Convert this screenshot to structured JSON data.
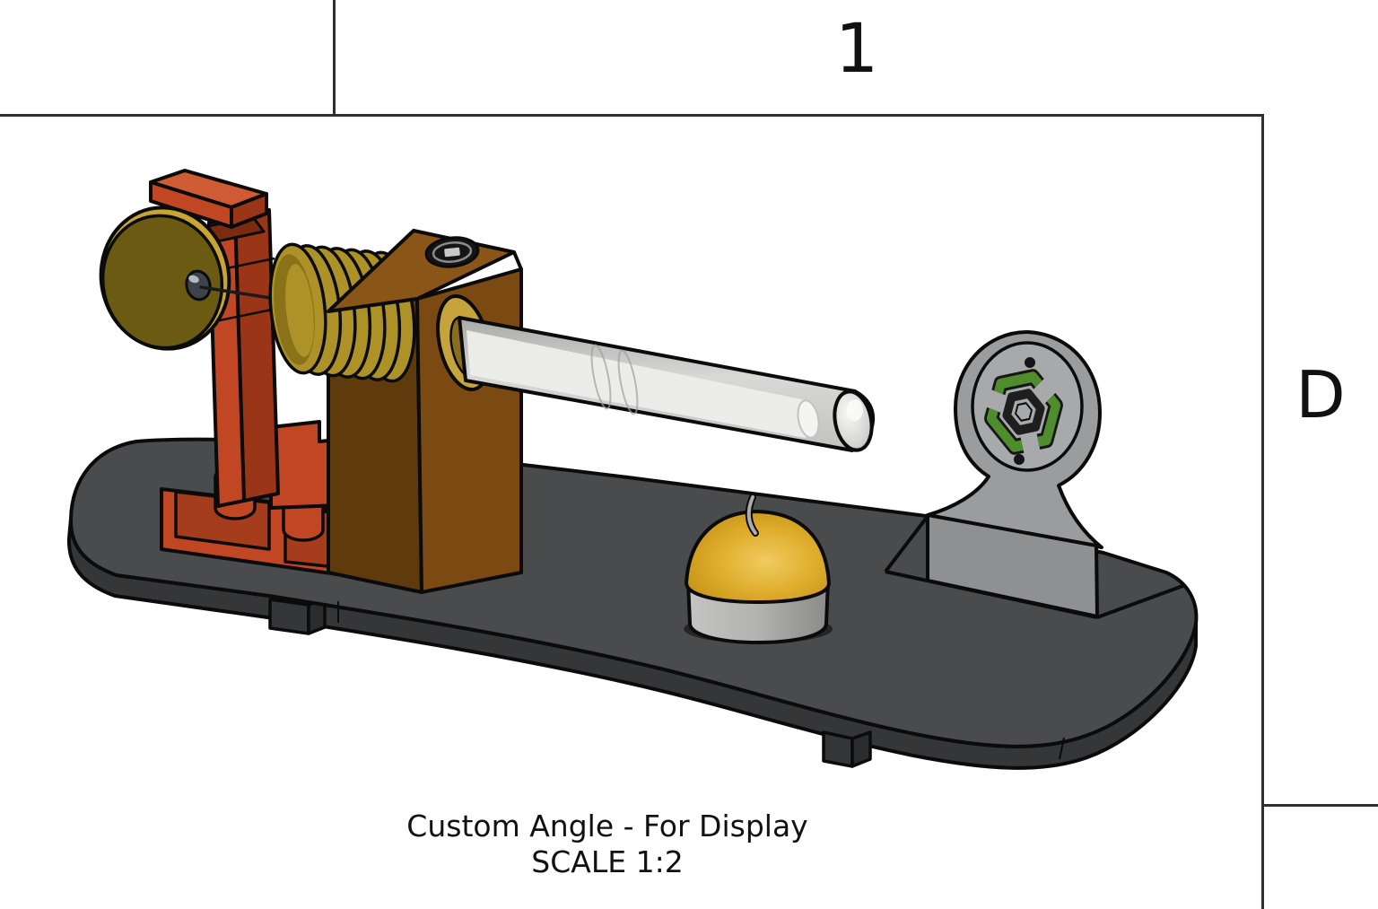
{
  "sheet": {
    "zone": {
      "column_label": "1",
      "row_label": "D"
    },
    "caption": {
      "line1": "Custom Angle - For Display",
      "line2": "SCALE 1:2"
    }
  },
  "drawing_view": {
    "title": "Custom Angle - For Display",
    "scale": "1:2",
    "parts": [
      "baseplate",
      "flywheel-bracket",
      "flywheel",
      "crank-wire",
      "spring-coil",
      "displacer-block",
      "brass-bushing",
      "glass-tube",
      "tea-light-candle",
      "tube-stand",
      "hex-logo"
    ]
  },
  "colors": {
    "background": "#ffffff",
    "line": "#2f2f2f",
    "text": "#111111",
    "outline": "#0b0b0b",
    "plate-top": "#4a4b4d",
    "plate-side": "#353638",
    "plate-dark": "#2b2c2e",
    "bracket-red": "#c14724",
    "bracket-red-light": "#ce5b33",
    "bracket-red-dark": "#9a3517",
    "bracket-red-shadow": "#7c2b11",
    "bracket-pocket": "#a53c1c",
    "flywheel-face": "#6b5a12",
    "flywheel-rim": "#c8a532",
    "hub-gray": "#3e434b",
    "coil-gold": "#ad9228",
    "coil-gold-dark": "#8a7218",
    "block-top": "#8a5617",
    "block-right": "#7b4a12",
    "block-left": "#5e3a0d",
    "bushing-gold": "#c6a33c",
    "candle-wax": "#ce9711",
    "candle-wax-light": "#f0cb60",
    "stand-gray": "#9b9c9e",
    "stand-face": "#a8a9ab",
    "stand-base": "#8f9092",
    "logo-green": "#4e8c2c"
  }
}
